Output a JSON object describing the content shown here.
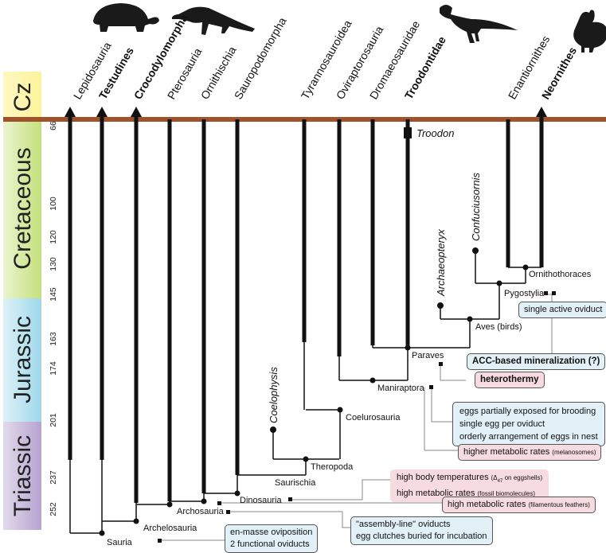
{
  "periods": [
    {
      "name": "Cz",
      "color": "#fdf39b"
    },
    {
      "name": "Cretaceous",
      "color": "#c4e07a"
    },
    {
      "name": "Jurassic",
      "color": "#9fd8ea"
    },
    {
      "name": "Triassic",
      "color": "#b6a3cf"
    }
  ],
  "ages": [
    "66",
    "100",
    "120",
    "130",
    "145",
    "163",
    "174",
    "201",
    "237",
    "252"
  ],
  "taxa": [
    {
      "label": "Lepidosauria",
      "bold": false
    },
    {
      "label": "Testudines",
      "bold": true
    },
    {
      "label": "Crocodylomorpha",
      "bold": true
    },
    {
      "label": "Pterosauria",
      "bold": false
    },
    {
      "label": "Ornithischia",
      "bold": false
    },
    {
      "label": "Sauropodomorpha",
      "bold": false
    },
    {
      "label": "Tyrannosauroidea",
      "bold": false
    },
    {
      "label": "Oviraptorosauria",
      "bold": false
    },
    {
      "label": "Dromaeosauridae",
      "bold": false
    },
    {
      "label": "Troodontidae",
      "bold": true
    },
    {
      "label": "Enantiornithes",
      "bold": false
    },
    {
      "label": "Neornithes",
      "bold": true
    }
  ],
  "fossils": {
    "troodon": "Troodon",
    "coelophysis": "Coelophysis",
    "archaeopteryx": "Archaeopteryx",
    "confuciusornis": "Confuciusornis"
  },
  "nodes": {
    "sauria": "Sauria",
    "archelosauria": "Archelosauria",
    "archosauria": "Archosauria",
    "dinosauria": "Dinosauria",
    "saurischia": "Saurischia",
    "theropoda": "Theropoda",
    "coelurosauria": "Coelurosauria",
    "maniraptora": "Maniraptora",
    "paraves": "Paraves",
    "aves": "Aves (birds)",
    "pygostylia": "Pygostylia",
    "ornithothoraces": "Ornithothoraces"
  },
  "boxes": {
    "single_oviduct": "single active oviduct",
    "acc": "ACC-based mineralization (?)",
    "heterothermy": "heterothermy",
    "eggs_brooding": [
      "eggs partially exposed for brooding",
      "single egg per oviduct",
      "orderly arrangement of eggs in nest"
    ],
    "melanosomes": {
      "main": "higher metabolic rates",
      "note": "(melanosomes)"
    },
    "body_temps": {
      "main": "high body temperatures",
      "sym": "(Δ",
      "sub": "47",
      "rest": " on eggshells)"
    },
    "fossil_biomolecules": {
      "main": "high metabolic rates",
      "note": "(fossil biomolecules)"
    },
    "filamentous": {
      "main": "high metabolic rates",
      "note": "(filamentous feathers)"
    },
    "assembly_line": [
      "\"assembly-line\" oviducts",
      "egg clutches buried for incubation"
    ],
    "en_masse": [
      "en-masse oviposition",
      "2 functional oviducts"
    ]
  },
  "silhouettes": [
    "turtle-silhouette",
    "crocodile-silhouette",
    "troodontid-silhouette",
    "chicken-silhouette"
  ],
  "colors": {
    "kpg_boundary": "#a0522d",
    "branch": "#111111",
    "box_blue": "#e1f1f7",
    "box_pink": "#f6dbe1"
  }
}
